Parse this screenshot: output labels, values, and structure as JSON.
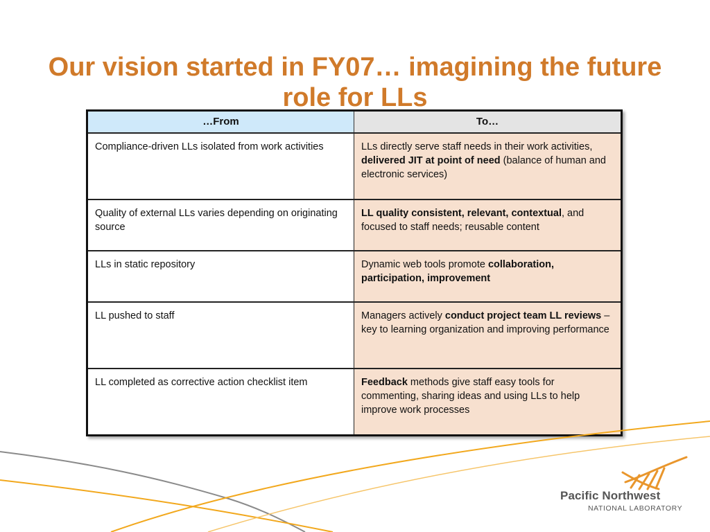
{
  "title": "Our vision started in FY07… imagining the future role for LLs",
  "table": {
    "headers": [
      "…From",
      "To…"
    ],
    "rows": [
      {
        "from": "Compliance-driven LLs isolated from work activities",
        "to": [
          {
            "text": "LLs directly serve staff needs in their work activities, ",
            "bold": false
          },
          {
            "text": "delivered JIT at point of need",
            "bold": true
          },
          {
            "text": " (balance of human and electronic services)",
            "bold": false
          }
        ]
      },
      {
        "from": "Quality of external LLs varies depending on originating source",
        "to": [
          {
            "text": "LL quality consistent, relevant, contextual",
            "bold": true
          },
          {
            "text": ", and focused to staff needs; reusable content",
            "bold": false
          }
        ]
      },
      {
        "from": "LLs in static repository",
        "to": [
          {
            "text": "Dynamic web tools promote ",
            "bold": false
          },
          {
            "text": "collaboration, participation, improvement",
            "bold": true
          }
        ]
      },
      {
        "from": "LL pushed to staff",
        "to": [
          {
            "text": "Managers actively ",
            "bold": false
          },
          {
            "text": "conduct project team LL reviews",
            "bold": true
          },
          {
            "text": " – key to learning organization and improving performance",
            "bold": false
          }
        ]
      },
      {
        "from": "LL completed as corrective action checklist item",
        "to": [
          {
            "text": "Feedback",
            "bold": true
          },
          {
            "text": " methods give staff easy tools for commenting, sharing ideas and using LLs to help improve work processes",
            "bold": false
          }
        ]
      }
    ]
  },
  "logo": {
    "name_line1": "Pacific Northwest",
    "name_line2": "NATIONAL LABORATORY"
  },
  "colors": {
    "title": "#d07a2a",
    "header_from": "#cfe9fa",
    "header_to": "#e4e4e4",
    "cell_to": "#f7e0cf",
    "swoosh_orange": "#f2a81d",
    "swoosh_gray": "#8a8a8a",
    "logo_orange": "#e9962c"
  }
}
